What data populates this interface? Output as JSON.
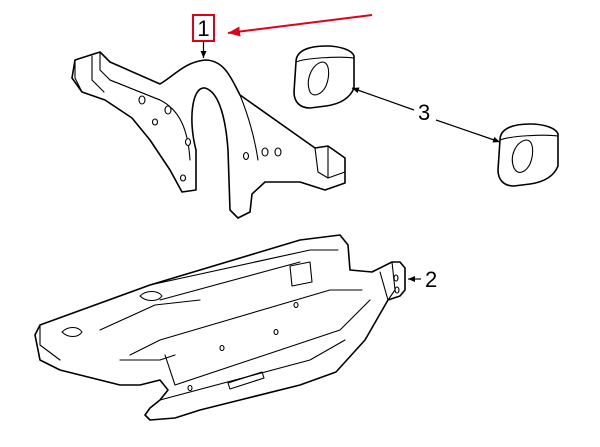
{
  "callouts": [
    {
      "number": "1",
      "highlighted": true
    },
    {
      "number": "2",
      "highlighted": false
    },
    {
      "number": "3",
      "highlighted": false
    }
  ],
  "colors": {
    "highlight": "#e0001b",
    "line": "#000000",
    "background": "#ffffff"
  }
}
